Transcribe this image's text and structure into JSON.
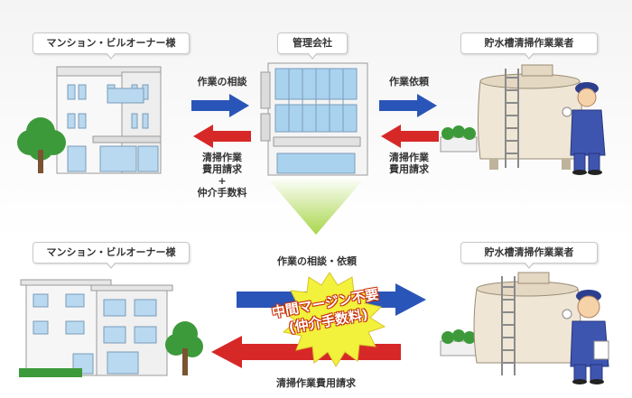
{
  "top": {
    "owner_label": "マンション・ビルオーナー様",
    "company_label": "管理会社",
    "cleaner_label": "貯水槽清掃作業業者",
    "consult_label": "作業の相談",
    "billing_line1": "清掃作業",
    "billing_line2": "費用請求",
    "plus": "+",
    "fee": "仲介手数料",
    "request_label": "作業依頼",
    "billing2_line1": "清掃作業",
    "billing2_line2": "費用請求"
  },
  "bottom": {
    "owner_label": "マンション・ビルオーナー様",
    "cleaner_label": "貯水槽清掃作業業者",
    "consult_request_label": "作業の相談・依頼",
    "billing_label": "清掃作業費用請求",
    "badge_line1": "中間マージン不要",
    "badge_line2": "(仲介手数料)"
  },
  "colors": {
    "arrow_blue": "#2a55b8",
    "arrow_red": "#d72828",
    "down_arrow_green": "#a8d64a",
    "badge_yellow": "#f2f23c"
  }
}
